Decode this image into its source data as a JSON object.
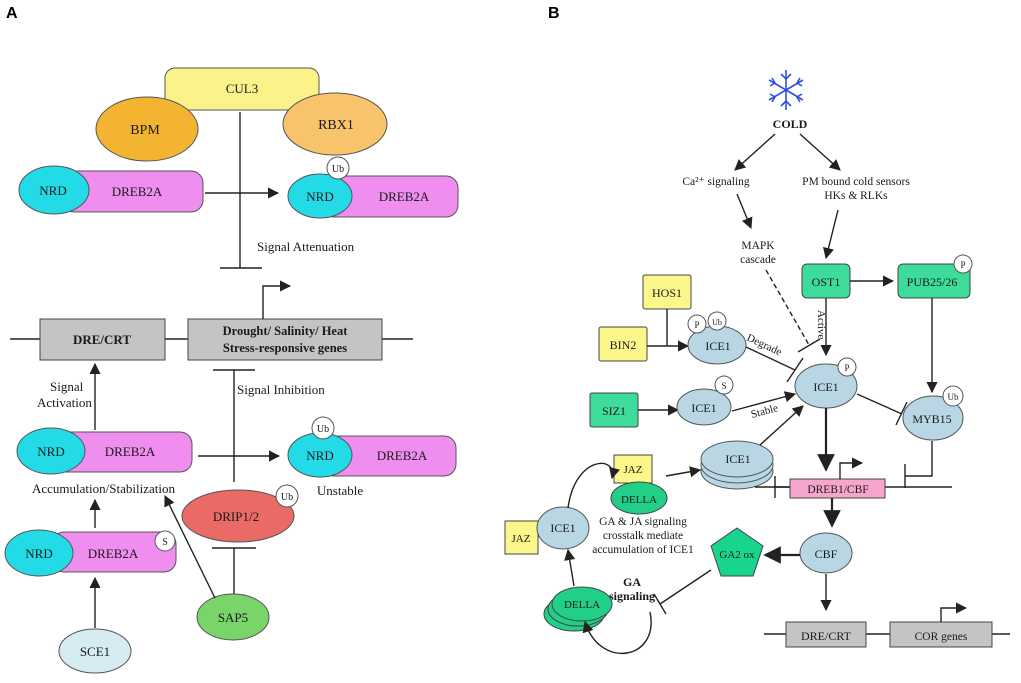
{
  "panels": {
    "a": "A",
    "b": "B"
  },
  "colors": {
    "cul3": "#fbf28a",
    "bpm": "#f3b531",
    "rbx1": "#f8c46b",
    "nrd": "#22dbe7",
    "dreb2a": "#f08ef0",
    "gray": "#c4c4c4",
    "drip": "#ea6b66",
    "sap5": "#79d46a",
    "sce1": "#d6ebf2",
    "yellow_box": "#fbf78a",
    "green_box": "#3ddc9b",
    "ice1": "#b8d6e3",
    "pink_box": "#f6a6cc",
    "gaox": "#19d48d",
    "della": "#22cf88",
    "snowflake": "#2f4fe0"
  },
  "a": {
    "cul3": "CUL3",
    "bpm": "BPM",
    "rbx1": "RBX1",
    "nrd": "NRD",
    "dreb2a": "DREB2A",
    "ub": "Ub",
    "s": "S",
    "signal_attenuation": "Signal Attenuation",
    "dre_crt": "DRE/CRT",
    "genes_line1": "Drought/ Salinity/ Heat",
    "genes_line2": "Stress-responsive genes",
    "signal_activation_1": "Signal",
    "signal_activation_2": "Activation",
    "signal_inhibition": "Signal Inhibition",
    "accumulation": "Accumulation/Stabilization",
    "unstable": "Unstable",
    "drip": "DRIP1/2",
    "sap5": "SAP5",
    "sce1": "SCE1"
  },
  "b": {
    "cold": "COLD",
    "ca_signaling": "Ca²⁺ signaling",
    "pm_line1": "PM bound cold sensors",
    "pm_line2": "HKs & RLKs",
    "mapk_line1": "MAPK",
    "mapk_line2": "cascade",
    "hos1": "HOS1",
    "bin2": "BIN2",
    "siz1": "SIZ1",
    "ost1": "OST1",
    "pub": "PUB25/26",
    "ice1": "ICE1",
    "p": "P",
    "ub": "Ub",
    "s": "S",
    "degrade": "Degrade",
    "stable": "Stable",
    "active": "Active",
    "myb15": "MYB15",
    "jaz": "JAZ",
    "della": "DELLA",
    "dreb1": "DREB1/CBF",
    "cbf": "CBF",
    "gaox": "GA2 ox",
    "crosstalk_1": "GA & JA signaling",
    "crosstalk_2": "crosstalk mediate",
    "crosstalk_3": "accumulation of ICE1",
    "ga_signaling_1": "GA",
    "ga_signaling_2": "signaling",
    "dre_crt": "DRE/CRT",
    "cor": "COR genes"
  }
}
